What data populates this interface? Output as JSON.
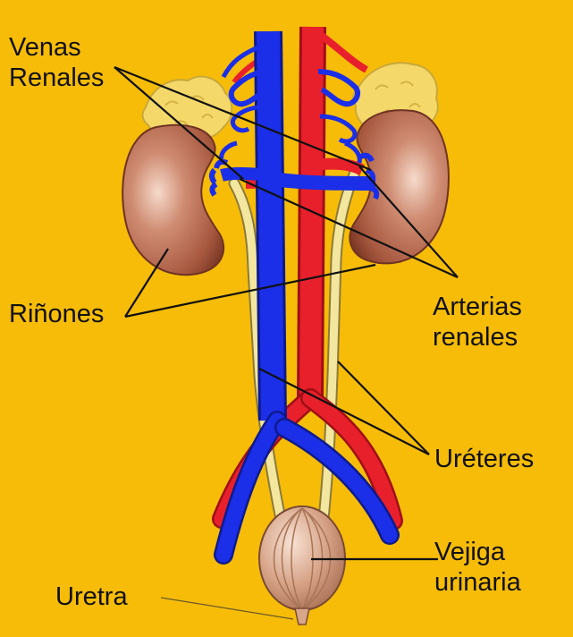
{
  "labels": {
    "venas_renales": [
      "Venas",
      "Renales"
    ],
    "rinones": "Riñones",
    "arterias_renales": [
      "Arterias",
      "renales"
    ],
    "ureteres": "Uréteres",
    "vejiga": [
      "Vejiga",
      "urinaria"
    ],
    "uretra": "Uretra"
  },
  "colors": {
    "background": "#F6BC08",
    "vein": "#1B2EE8",
    "artery": "#E8202C",
    "kidney": "#B8715A",
    "adrenal_gland": "#F4D86A",
    "ureter": "#F3E7A0",
    "bladder": "#D8A78A"
  }
}
